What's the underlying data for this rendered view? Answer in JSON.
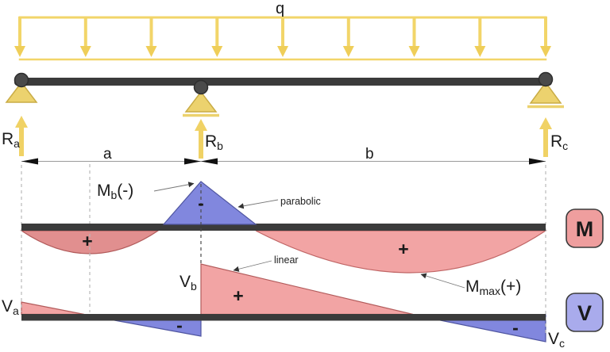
{
  "diagram_type": "continuous-beam-two-spans-with-moment-and-shear-diagrams",
  "load": {
    "label": "q"
  },
  "reactions": {
    "ra": {
      "main": "R",
      "sub": "a"
    },
    "rb": {
      "main": "R",
      "sub": "b"
    },
    "rc": {
      "main": "R",
      "sub": "c"
    }
  },
  "dimensions": {
    "span_left": "a",
    "span_right": "b"
  },
  "moment_diagram": {
    "support_moment": {
      "main": "M",
      "sub": "b",
      "suffix": "(-)"
    },
    "curve_note": "parabolic",
    "minus_sign": "-",
    "plus_left": "+",
    "plus_right": "+",
    "max_moment": {
      "main": "M",
      "sub": "max",
      "suffix": "(+)"
    },
    "badge": "M"
  },
  "shear_diagram": {
    "va": {
      "main": "V",
      "sub": "a"
    },
    "vb": {
      "main": "V",
      "sub": "b"
    },
    "vc": {
      "main": "V",
      "sub": "c"
    },
    "curve_note": "linear",
    "plus": "+",
    "minus_left": "-",
    "minus_right": "-",
    "badge": "V"
  },
  "colors": {
    "beam_dark": "#3b3b3b",
    "pin_fill": "#4a4a4a",
    "load_yellow": "#f2d569",
    "arrow_yellow": "#efce59",
    "support_fill": "#ecd26e",
    "moment_fill_left": "#e18f8f",
    "moment_fill_right": "#f2a4a4",
    "negative_fill": "#8187de",
    "shear_fill_pos": "#f2a4a4",
    "badge_m_fill": "#ef9e9e",
    "badge_v_fill": "#a9abec"
  }
}
